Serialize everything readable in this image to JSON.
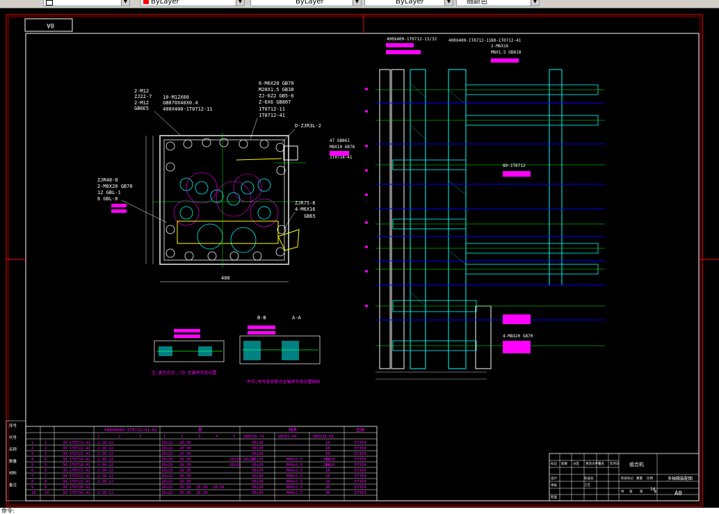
{
  "toolbar": {
    "dropdowns": [
      {
        "label": "",
        "swatch": "#ffffff"
      },
      {
        "label": "ByLayer",
        "swatch": "#ff0000"
      },
      {
        "label": "ByLayer",
        "swatch": ""
      },
      {
        "label": "ByLayer",
        "swatch": ""
      },
      {
        "label": "随颜色",
        "swatch": ""
      }
    ]
  },
  "colors": {
    "border": "#ff0000",
    "frame": "#ffffff",
    "cyan": "#00ffff",
    "magenta": "#ff00ff",
    "blue": "#0000ff",
    "green": "#00ff00",
    "yellow": "#ffff00"
  },
  "sheet": {
    "id_box": "0A",
    "sheet_size": "A0",
    "page_count": "14",
    "label_title": "组合机",
    "part_title": "多轴箱装配图"
  },
  "front_view": {
    "labels": {
      "l1": "2-M12",
      "l2": "ZJ22-7",
      "l3": "2-M12",
      "l4": "GB6E5",
      "l5": "10-M12X60",
      "l6": "GB870X40X0.4",
      "l7": "400X400-1T0712-11",
      "l8": "6-M6X20 GB70",
      "l9": "M20X1.5 GB38",
      "l10": "ZJ-6Z2 GB5-6",
      "l11": "Z-6X6 GB807",
      "l12": "1T0712-11",
      "l13": "1T0712-41",
      "l14": "D-ZJR3L-2",
      "l15": "ZJR48-8",
      "l16": "2-M8X20 GB70",
      "l17": "12 GBL-1",
      "l18": "6 GBL-8",
      "l19": "ZJR75-8",
      "l20": "4-M6X16",
      "l21": "GB65",
      "l22": "400"
    }
  },
  "side_view": {
    "labels": {
      "s1": "400X400-1T0712-13/32",
      "s2": "400X400-1T0712-11",
      "s3": "80-1T0712-41",
      "s4": "2-M6X16",
      "s5": "M8X1.5 GB818",
      "s6": "47 GB861",
      "s7": "M8X10 GB78",
      "s8": "1T0714-41",
      "s9": "80-1T0712",
      "s10": "4-M8X20 GB70"
    }
  },
  "sections": {
    "bb_title": "B-B",
    "aa_title": "A-A",
    "note1": "注:表示孔位,:TD:主轴序号及位置",
    "note2": "件号,序号及名称与主轴序号及位置相同"
  },
  "bom": {
    "title_row": "400X400X-1T0712-41-02",
    "col_group2": "数",
    "col_group3": "轴承",
    "col_group4": "主轴",
    "sub_headers": [
      "1",
      "2",
      "3",
      "1",
      "2",
      "3",
      "4",
      "5",
      "GB6296-79",
      "GB292-94",
      "GB3258-83",
      ""
    ],
    "rows": [
      {
        "no": "1",
        "idx": "1",
        "code": "30-1T0722-41",
        "spec": [
          "2:30-22",
          "",
          "20x22",
          "20:30",
          "",
          "",
          "",
          "",
          "30x30",
          "",
          "",
          "10",
          "E7354"
        ]
      },
      {
        "no": "2",
        "idx": "2",
        "code": "30-1T0722-41",
        "spec": [
          "2:30-22",
          "",
          "20x22",
          "20:30",
          "",
          "",
          "",
          "",
          "30x30",
          "",
          "",
          "10",
          "E7354"
        ]
      },
      {
        "no": "3",
        "idx": "3",
        "code": "30-1T0722-41",
        "spec": [
          "2:30-22",
          "",
          "20x22",
          "20:30",
          "",
          "",
          "",
          "",
          "30x30",
          "",
          "",
          "10",
          "E7354"
        ]
      },
      {
        "no": "4",
        "idx": "4",
        "code": "30-1T0718-41",
        "spec": [
          "2:40-22",
          "",
          "20x20",
          "20:30",
          "",
          "",
          "20x20",
          "20x20",
          "20x20",
          "M40x1.5",
          "20x20",
          "10",
          "E7354"
        ]
      },
      {
        "no": "5",
        "idx": "5",
        "code": "30-1T0718-41",
        "spec": [
          "2:40-22",
          "",
          "20x20",
          "20:30",
          "",
          "",
          "20x20",
          "",
          "20x20",
          "M40x1.5",
          "20x20",
          "10",
          "E7354"
        ]
      },
      {
        "no": "6",
        "idx": "6",
        "code": "30-1T0722-41",
        "spec": [
          "2:30-22",
          "",
          "20x22",
          "20:30",
          "",
          "",
          "",
          "",
          "30x30",
          "M40x1.5",
          "",
          "10",
          "E7354"
        ]
      },
      {
        "no": "7",
        "idx": "7",
        "code": "30-1T0722-41",
        "spec": [
          "2:30-22",
          "",
          "20x22",
          "20:30",
          "",
          "",
          "",
          "",
          "30x30",
          "M40x1.5",
          "",
          "10",
          "E7354"
        ]
      },
      {
        "no": "8",
        "idx": "8",
        "code": "30-1T0722-41",
        "spec": [
          "2:30-22",
          "",
          "20x22",
          "20:30",
          "",
          "",
          "",
          "",
          "30x30",
          "M40x1.5",
          "",
          "10",
          "E7354"
        ]
      },
      {
        "no": "9",
        "idx": "9",
        "code": "30-1T0736-41",
        "spec": [
          "",
          "",
          "20x22",
          "20:30",
          "20:30",
          "20:30",
          "",
          "",
          "30x30",
          "M40x1.5",
          "",
          "30",
          "E7354"
        ]
      },
      {
        "no": "10",
        "idx": "10",
        "code": "30-1T0736-41",
        "spec": [
          "2:30-22",
          "",
          "20x22",
          "20:30",
          "20:30",
          "",
          "",
          "",
          "30x30",
          "M40x1.5",
          "",
          "30",
          "E7354"
        ]
      }
    ],
    "left_labels": [
      "序号",
      "代号",
      "名称",
      "数量",
      "材料",
      "备注"
    ]
  },
  "title_block": {
    "labels": [
      "标记",
      "处数",
      "分区",
      "更改文件号",
      "签名",
      "年月日",
      "设计",
      "标准化",
      "审核",
      "工艺",
      "批准",
      "阶段标记",
      "重量",
      "比例",
      "共",
      "张",
      "第",
      "张"
    ]
  },
  "cmdline": {
    "text": "命令:"
  }
}
